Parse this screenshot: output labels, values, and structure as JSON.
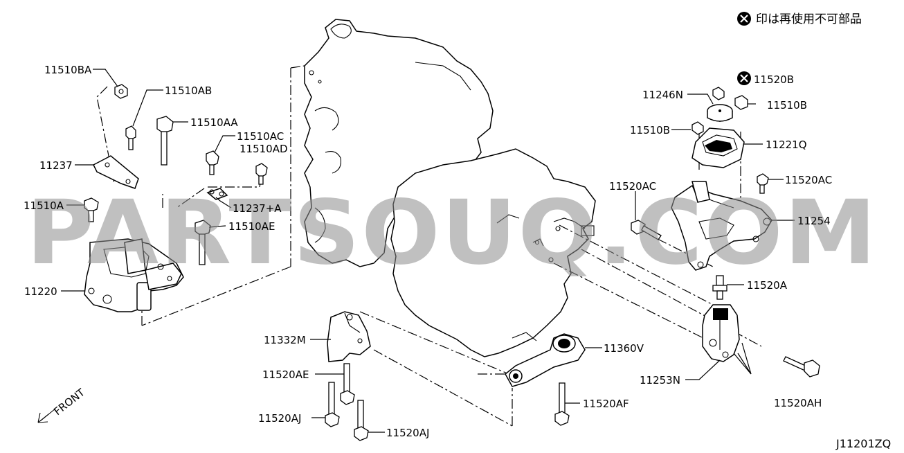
{
  "note": {
    "text": "印は再使用不可部品"
  },
  "watermark": "PARTSOUQ.COM",
  "figure_code": "J11201ZQ",
  "front_label": "FRONT",
  "labels": {
    "l11510BA": "11510BA",
    "l11510AB": "11510AB",
    "l11510AA": "11510AA",
    "l11510AC": "11510AC",
    "l11510AD": "11510AD",
    "l11237": "11237",
    "l11237A": "11237+A",
    "l11510A": "11510A",
    "l11510AE": "11510AE",
    "l11220": "11220",
    "l11332M": "11332M",
    "l11520AE": "11520AE",
    "l11520AJ_1": "11520AJ",
    "l11520AJ_2": "11520AJ",
    "l11360V": "11360V",
    "l11520AF": "11520AF",
    "l11520B": "11520B",
    "l11246N": "11246N",
    "l11510B_1": "11510B",
    "l11510B_2": "11510B",
    "l11221Q": "11221Q",
    "l11520AC_1": "11520AC",
    "l11520AC_2": "11520AC",
    "l11254": "11254",
    "l11520A": "11520A",
    "l11253N": "11253N",
    "l11520AH": "11520AH"
  }
}
